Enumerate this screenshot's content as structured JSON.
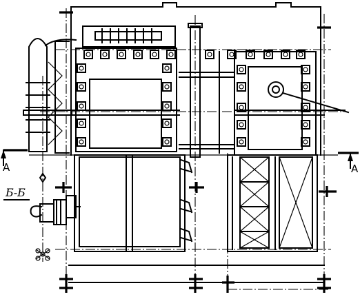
{
  "section_title": "Б-Б",
  "marker_left": "A",
  "marker_right": "A",
  "colors": {
    "ink": "#000000",
    "paper": "#ffffff"
  }
}
